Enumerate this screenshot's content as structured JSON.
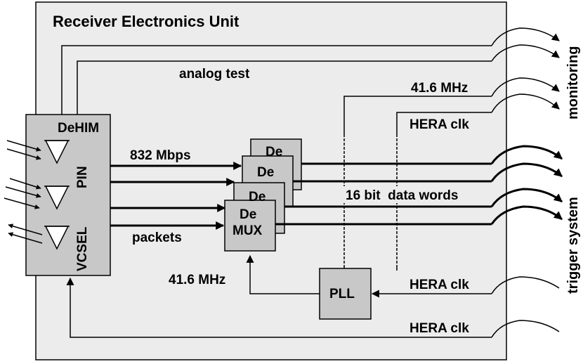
{
  "title": "Receiver Electronics Unit",
  "dehim": {
    "label": "DeHIM",
    "pin": "PIN",
    "vcsel": "VCSEL"
  },
  "demux": {
    "back_label": "De",
    "front_line1": "De",
    "front_line2": "MUX"
  },
  "pll": {
    "label": "PLL"
  },
  "labels": {
    "analog_test": "analog test",
    "freq_top": "41.6 MHz",
    "hera_clk_top": "HERA clk",
    "mbps": "832 Mbps",
    "data_words": "16 bit  data words",
    "packets": "packets",
    "freq_left": "41.6 MHz",
    "hera_clk_mid": "HERA clk",
    "hera_clk_bottom": "HERA clk"
  },
  "side_labels": {
    "monitoring": "monitoring",
    "trigger": "trigger system"
  },
  "colors": {
    "unit_bg": "#ececec",
    "box_fill": "#c8c8c8",
    "line": "#000000"
  }
}
